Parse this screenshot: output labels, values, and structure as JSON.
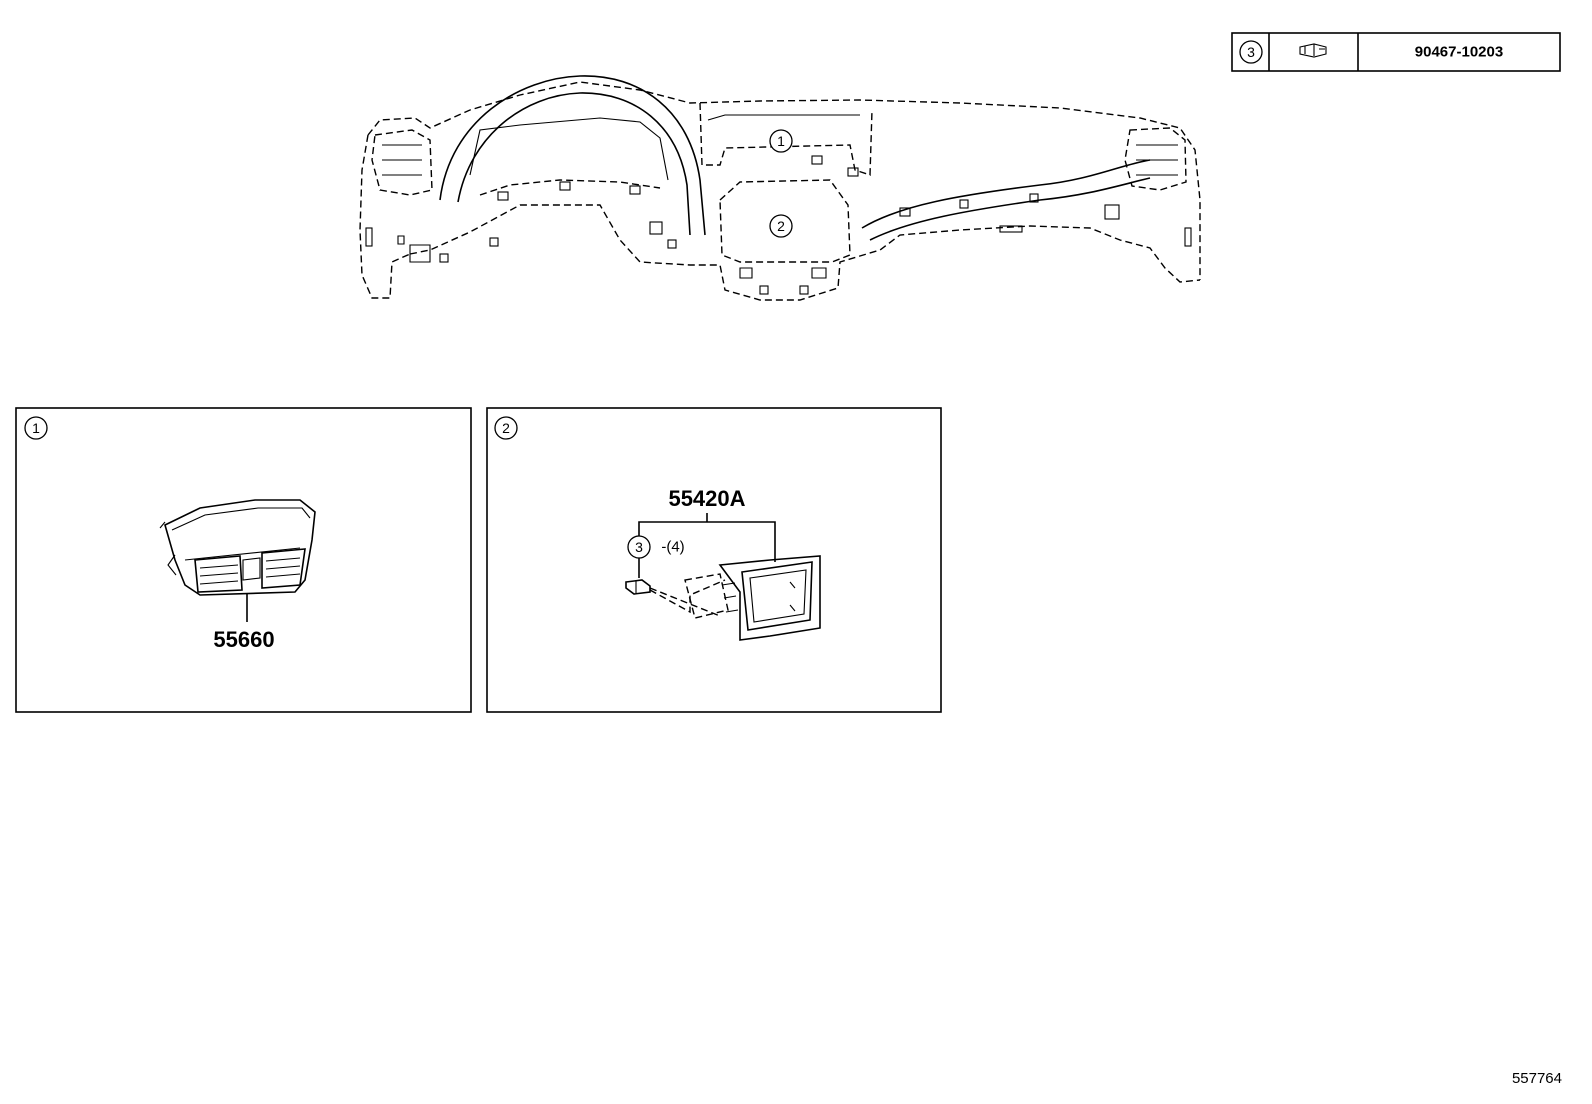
{
  "legend": {
    "ref": "3",
    "icon": "clip-icon",
    "part_number": "90467-10203"
  },
  "overview": {
    "callout_1": "1",
    "callout_2": "2"
  },
  "panel_1": {
    "ref": "1",
    "part_number": "55660"
  },
  "panel_2": {
    "ref": "2",
    "part_number": "55420A",
    "clip_ref": "3",
    "clip_qty": "-(4)"
  },
  "diagram_id": "557764"
}
